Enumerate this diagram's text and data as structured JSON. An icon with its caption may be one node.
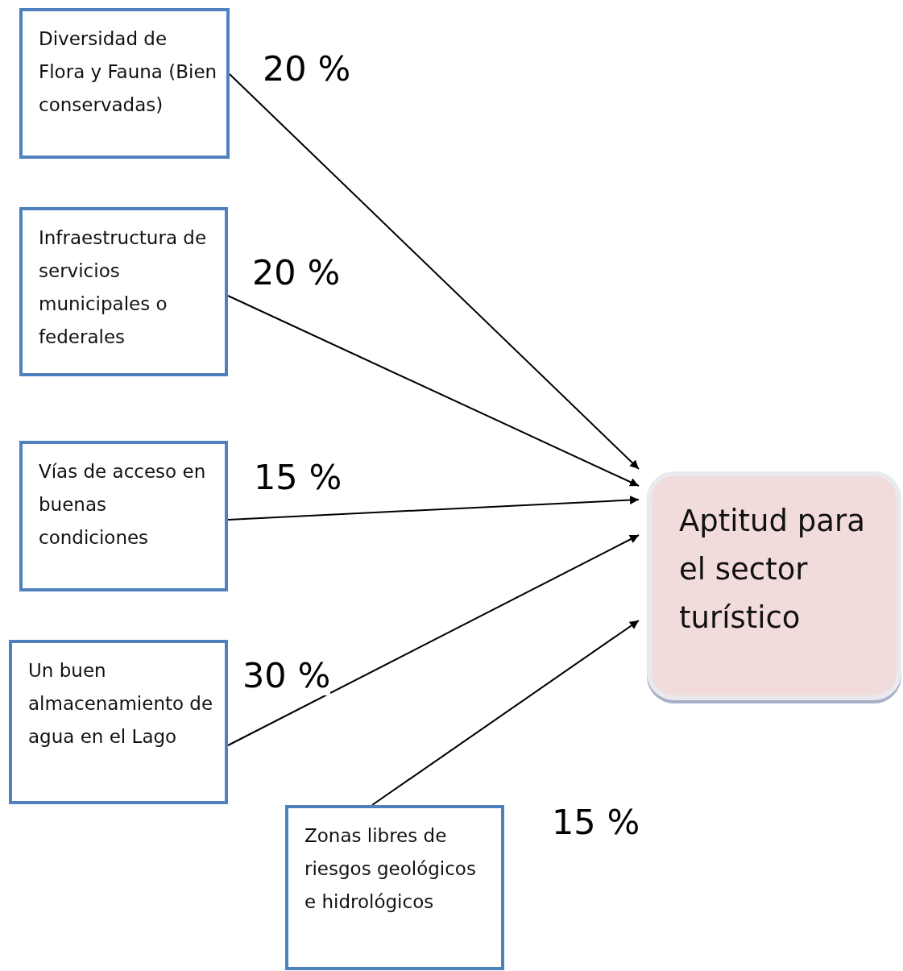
{
  "diagram": {
    "nodes": [
      {
        "text": [
          "Diversidad de Flora y Fauna (Bien conservadas)"
        ]
      },
      {
        "text": [
          "Infraestructura de servicios municipales o federales"
        ]
      },
      {
        "text": [
          "Vías de acceso en buenas condiciones"
        ]
      },
      {
        "text": [
          "Un buen almacenamiento de agua en el Lago"
        ]
      },
      {
        "text": [
          "Zonas libres de riesgos geológicos e hidrológicos"
        ]
      },
      {
        "text": [
          "Aptitud para el sector turístico"
        ]
      }
    ],
    "edges": [
      {
        "from": 0,
        "to": 5,
        "arrow": "to",
        "label": "20 %"
      },
      {
        "from": 1,
        "to": 5,
        "arrow": "to",
        "label": "20 %"
      },
      {
        "from": 2,
        "to": 5,
        "arrow": "to",
        "label": "15 %"
      },
      {
        "from": 3,
        "to": 5,
        "arrow": "to",
        "label": "30 %"
      },
      {
        "from": 4,
        "to": 5,
        "arrow": "to",
        "label": "15 %"
      }
    ]
  }
}
